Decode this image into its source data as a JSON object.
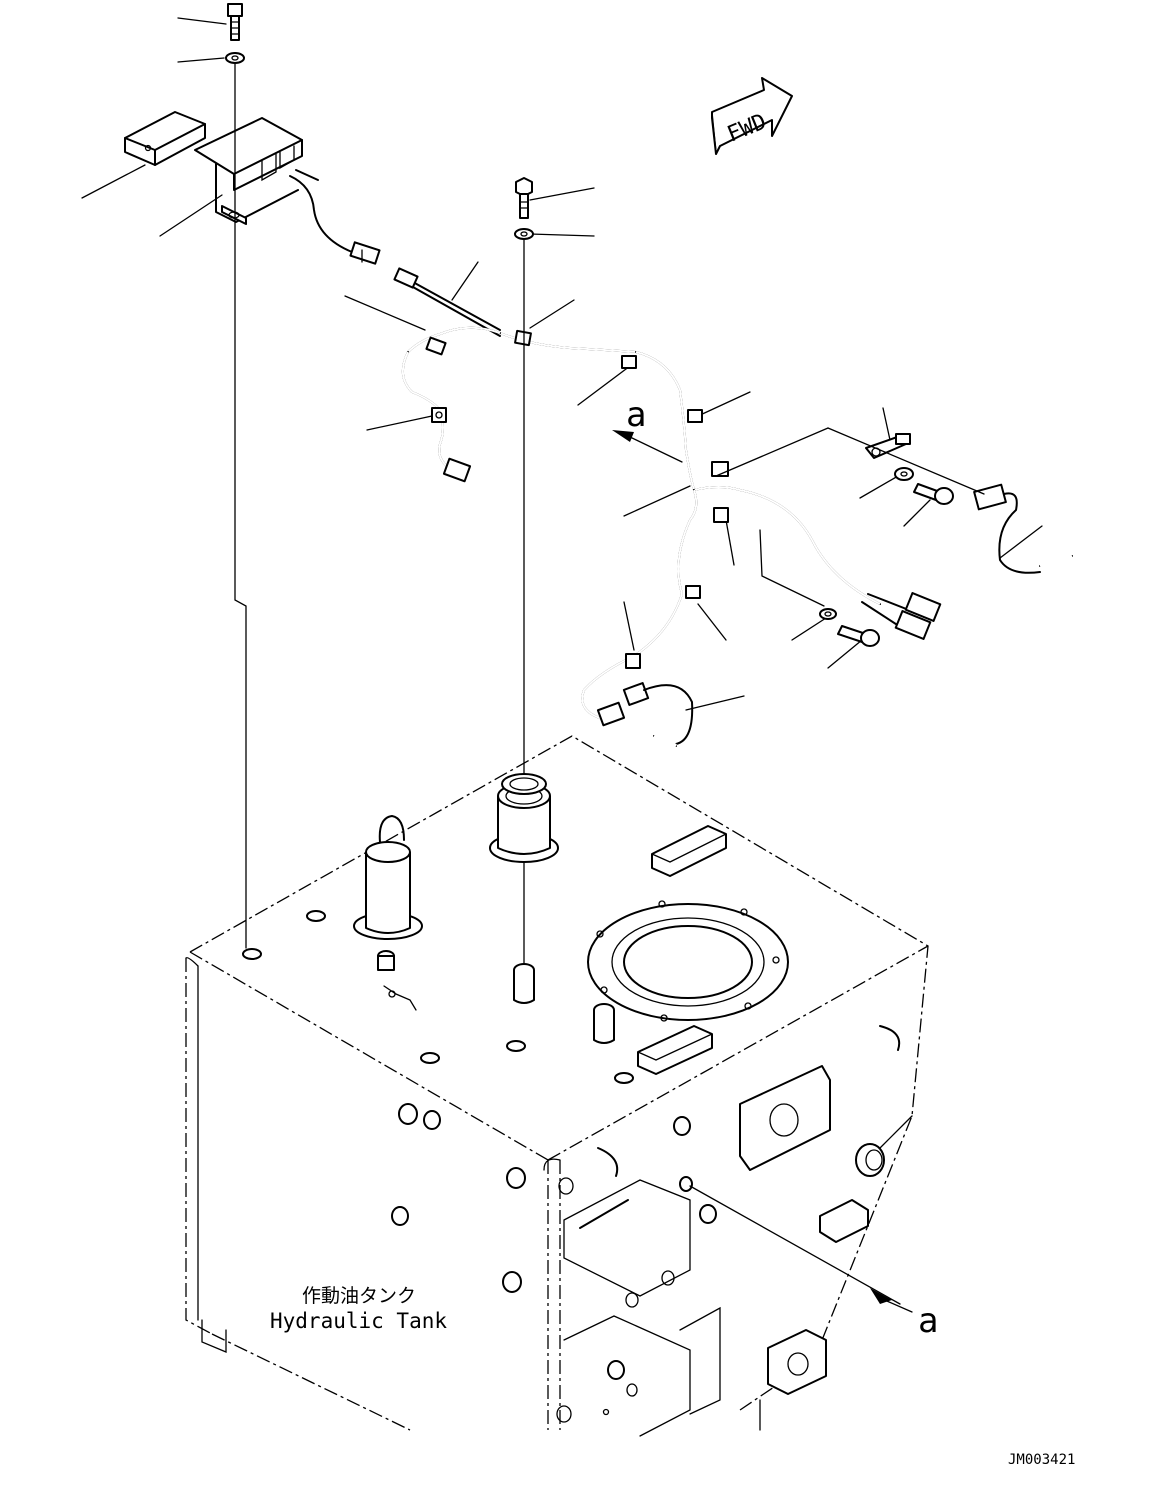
{
  "tank_label_jp": "作動油タンク",
  "tank_label_en": "Hydraulic Tank",
  "fwd_label": "FWD",
  "view_marker_a": "a",
  "drawing_number": "JM003421"
}
